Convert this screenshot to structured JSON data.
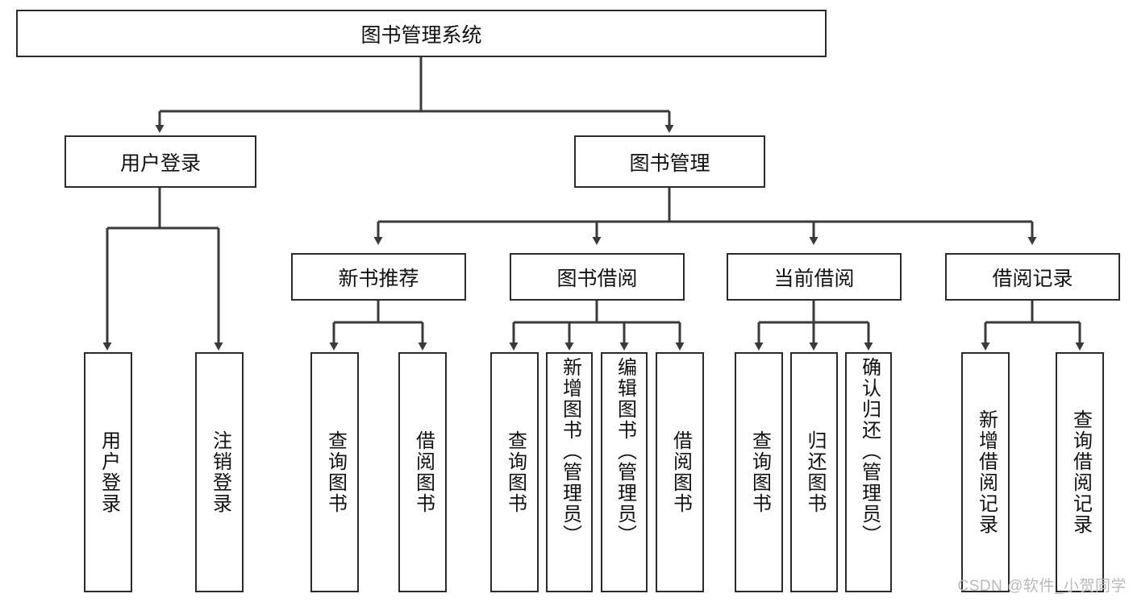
{
  "diagram": {
    "title": "图书管理系统",
    "type": "tree-hierarchy-diagram",
    "colors": {
      "box_border": "#2b2b2b",
      "box_fill": "#ffffff",
      "connector": "#3a3a3a",
      "text": "#111111",
      "watermark": "#b9b9b9"
    },
    "root": {
      "label": "图书管理系统"
    },
    "level2": [
      {
        "label": "用户登录"
      },
      {
        "label": "图书管理"
      }
    ],
    "level3": [
      {
        "label": "新书推荐"
      },
      {
        "label": "图书借阅"
      },
      {
        "label": "当前借阅"
      },
      {
        "label": "借阅记录"
      }
    ],
    "leaves": {
      "user_login": [
        {
          "label": "用户登录"
        },
        {
          "label": "注销登录"
        }
      ],
      "new_book_recommend": [
        {
          "label": "查询图书"
        },
        {
          "label": "借阅图书"
        }
      ],
      "book_borrow": [
        {
          "label": "查询图书"
        },
        {
          "label": "新增图书（管理员）"
        },
        {
          "label": "编辑图书（管理员）"
        },
        {
          "label": "借阅图书"
        }
      ],
      "current_borrow": [
        {
          "label": "查询图书"
        },
        {
          "label": "归还图书"
        },
        {
          "label": "确认归还（管理员）"
        }
      ],
      "borrow_record": [
        {
          "label": "新增借阅记录"
        },
        {
          "label": "查询借阅记录"
        }
      ]
    },
    "watermark": "CSDN @软件_小贺同学"
  }
}
